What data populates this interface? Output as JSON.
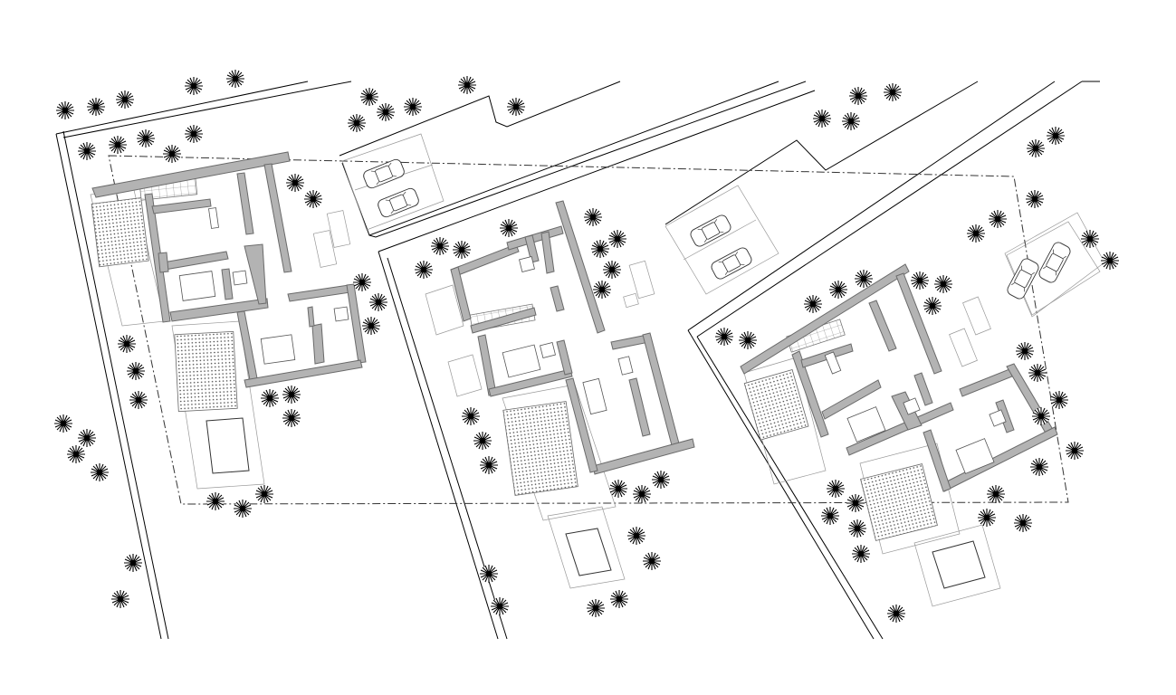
{
  "drawing": {
    "type": "architectural site plan",
    "colors": {
      "background": "#ffffff",
      "wall_fill": "#b3b3b3",
      "line": "#000000",
      "boundary": "#333333"
    },
    "houses": [
      {
        "id": "house-west",
        "has_pool": true,
        "parking_spaces": 2
      },
      {
        "id": "house-middle",
        "has_pool": true,
        "parking_spaces": 2
      },
      {
        "id": "house-east",
        "has_pool": true,
        "parking_spaces": 2
      }
    ],
    "tree_symbol": "starburst-tree-icon",
    "car_symbol": "car-icon"
  }
}
